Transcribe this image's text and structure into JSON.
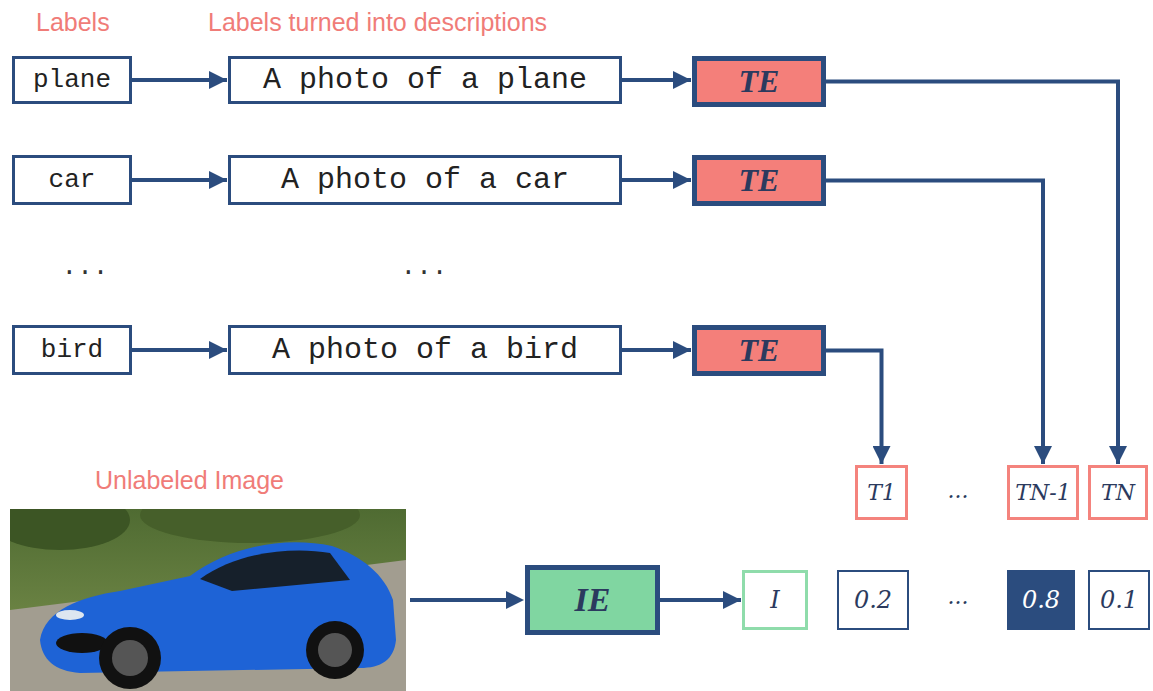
{
  "diagram": {
    "nodes": [
      {
        "text": [
          "plane"
        ]
      },
      {
        "text": [
          "A photo of a plane"
        ]
      },
      {
        "text": [
          "TE"
        ]
      },
      {
        "text": [
          "car"
        ]
      },
      {
        "text": [
          "A photo of a car"
        ]
      },
      {
        "text": [
          "TE"
        ]
      },
      {
        "text": [
          "bird"
        ]
      },
      {
        "text": [
          "A photo of a bird"
        ]
      },
      {
        "text": [
          "TE"
        ]
      },
      {
        "text": [
          "T1"
        ]
      },
      {
        "text": [
          "TN-1"
        ]
      },
      {
        "text": [
          "TN"
        ]
      },
      {
        "text": [
          "IE"
        ]
      },
      {
        "text": [
          "I"
        ]
      },
      {
        "text": [
          "0.2"
        ]
      },
      {
        "text": [
          "0.8"
        ]
      },
      {
        "text": [
          "0.1"
        ]
      }
    ],
    "edges": [
      {
        "from": 0,
        "to": 1,
        "arrow": "to"
      },
      {
        "from": 1,
        "to": 2,
        "arrow": "to"
      },
      {
        "from": 3,
        "to": 4,
        "arrow": "to"
      },
      {
        "from": 4,
        "to": 5,
        "arrow": "to"
      },
      {
        "from": 6,
        "to": 7,
        "arrow": "to"
      },
      {
        "from": 7,
        "to": 8,
        "arrow": "to"
      },
      {
        "from": 2,
        "to": 11,
        "arrow": "to"
      },
      {
        "from": 5,
        "to": 10,
        "arrow": "to"
      },
      {
        "from": 8,
        "to": 9,
        "arrow": "to"
      },
      {
        "from": 12,
        "to": 13,
        "arrow": "to"
      }
    ],
    "labels": [
      "Labels",
      "Labels turned into descriptions",
      "...",
      "...",
      "...",
      "Unlabeled Image",
      "..."
    ]
  }
}
